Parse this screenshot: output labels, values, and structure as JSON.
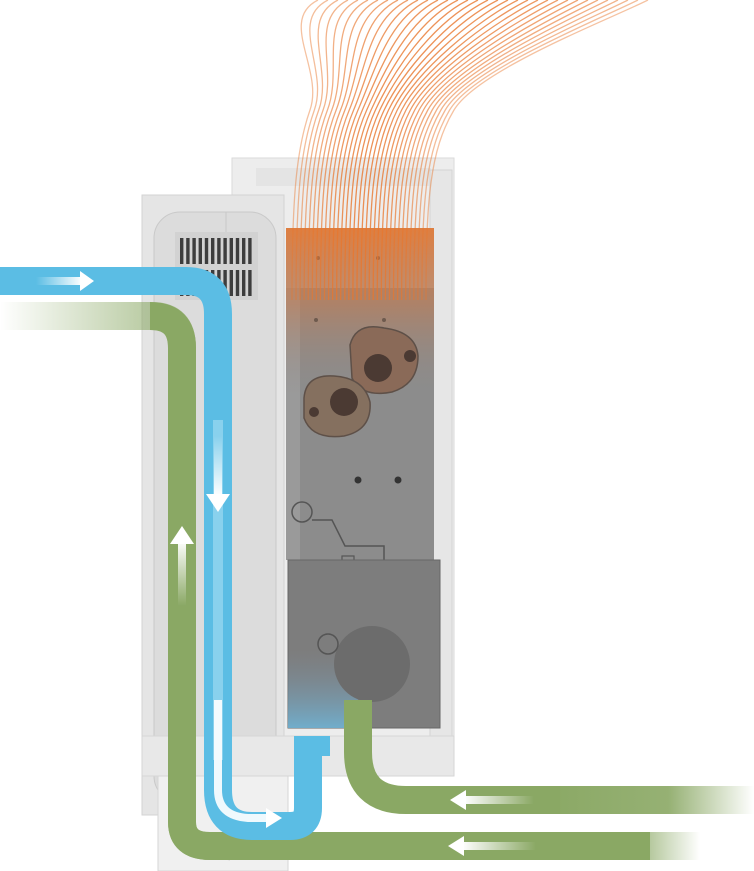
{
  "caption": "",
  "colors": {
    "fresh_air": "#5bbde4",
    "exhaust_air": "#8aa864",
    "heat": "#e8772e",
    "housing_light": "#e2e2e2",
    "housing_mid": "#cfcfcf",
    "unit_dark": "#8a8a8a",
    "unit_darker": "#7a7a7a",
    "arrow": "#ffffff"
  },
  "flows": [
    {
      "id": "fresh-air",
      "color_key": "fresh_air",
      "icon": "blue-airflow"
    },
    {
      "id": "exhaust-air",
      "color_key": "exhaust_air",
      "icon": "green-airflow"
    },
    {
      "id": "heat",
      "color_key": "heat",
      "icon": "orange-heat-plume"
    }
  ]
}
